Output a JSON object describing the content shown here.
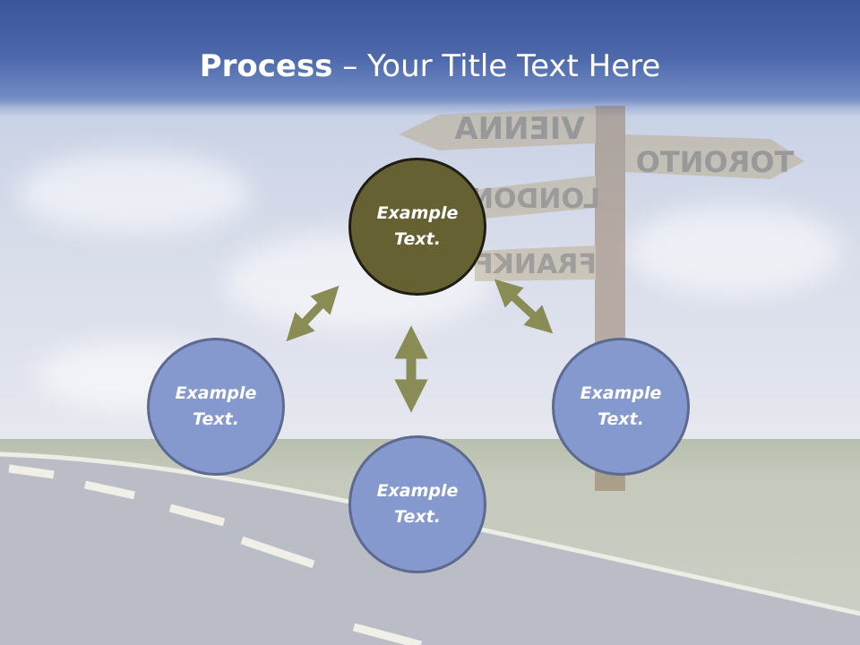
{
  "title": {
    "bold": "Process",
    "rest": " – Your Title Text Here"
  },
  "signposts": [
    "VIENNA",
    "TORONTO",
    "LONDON",
    "FRANKF"
  ],
  "nodes": {
    "top": {
      "line1": "Example",
      "line2": "Text."
    },
    "left": {
      "line1": "Example",
      "line2": "Text."
    },
    "right": {
      "line1": "Example",
      "line2": "Text."
    },
    "bottom": {
      "line1": "Example",
      "line2": "Text."
    }
  },
  "colors": {
    "header": "#4d69ab",
    "top_node": "#666133",
    "blue_node": "#8699ce",
    "arrow": "#8a8c56"
  }
}
